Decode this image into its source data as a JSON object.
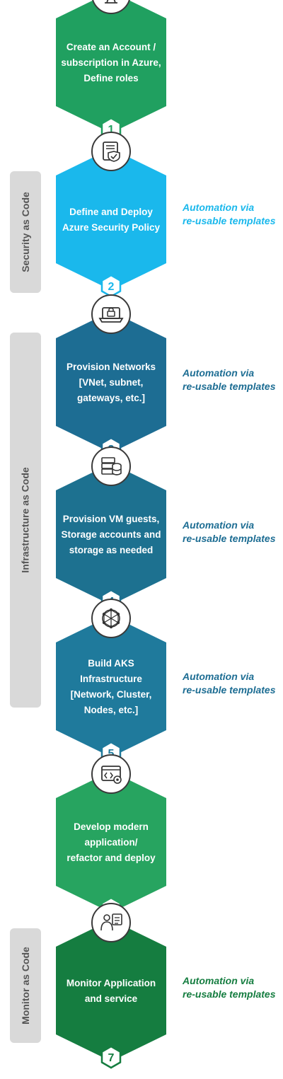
{
  "side_labels": {
    "security": "Security as Code",
    "infrastructure": "Infrastructure as Code",
    "monitor": "Monitor as Code"
  },
  "steps": [
    {
      "number": "1",
      "lines": [
        "Create an Account /",
        "subscription in Azure,",
        "Define roles"
      ],
      "color": "#20a060",
      "icon": "account-monitor-icon"
    },
    {
      "number": "2",
      "lines": [
        "Define and Deploy",
        "Azure Security Policy"
      ],
      "color": "#1ab8ec",
      "icon": "security-policy-icon"
    },
    {
      "number": "3",
      "lines": [
        "Provision Networks",
        "[VNet, subnet,",
        "gateways, etc.]"
      ],
      "color": "#1d6d93",
      "icon": "network-laptop-icon"
    },
    {
      "number": "4",
      "lines": [
        "Provision VM guests,",
        "Storage accounts and",
        "storage as needed"
      ],
      "color": "#1d7190",
      "icon": "storage-server-icon"
    },
    {
      "number": "5",
      "lines": [
        "Build AKS",
        "Infrastructure",
        "[Network, Cluster,",
        "Nodes, etc.]"
      ],
      "color": "#1f7a9c",
      "icon": "cluster-nodes-icon"
    },
    {
      "number": "6",
      "lines": [
        "Develop modern",
        "application/",
        "refactor and deploy"
      ],
      "color": "#27a460",
      "icon": "code-deploy-icon"
    },
    {
      "number": "7",
      "lines": [
        "Monitor Application",
        "and service"
      ],
      "color": "#157d40",
      "icon": "monitor-person-icon"
    }
  ],
  "notes": [
    {
      "line1": "Automation via",
      "line2": "re-usable templates",
      "color": "#1ab8ec"
    },
    {
      "line1": "Automation via",
      "line2": "re-usable templates",
      "color": "#1d6d93"
    },
    {
      "line1": "Automation via",
      "line2": "re-usable templates",
      "color": "#1d6d93"
    },
    {
      "line1": "Automation via",
      "line2": "re-usable templates",
      "color": "#1d6d93"
    },
    {
      "line1": "Automation via",
      "line2": "re-usable templates",
      "color": "#157d40"
    }
  ]
}
